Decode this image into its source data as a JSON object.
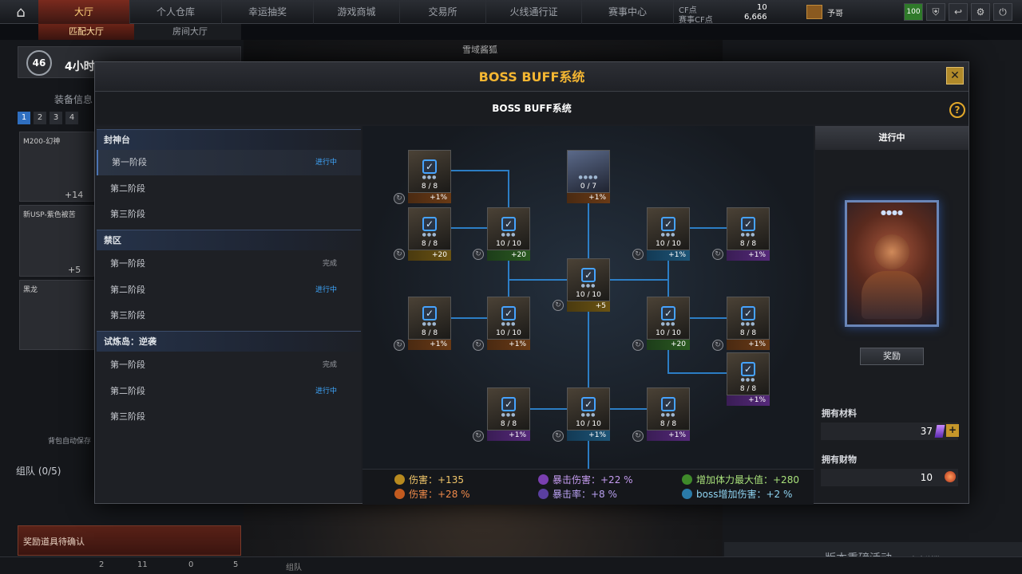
{
  "topbar": {
    "tabs": [
      "大厅",
      "个人仓库",
      "幸运抽奖",
      "游戏商城",
      "交易所",
      "火线通行证",
      "赛事中心"
    ],
    "subtabs": [
      "匹配大厅",
      "房间大厅"
    ],
    "cf_label": "CF点",
    "cf_value": "10",
    "match_cf_label": "赛事CF点",
    "match_cf_value": "6,666",
    "player_name": "予哥",
    "level_badge": "100"
  },
  "lobby": {
    "player_level": "46",
    "hours_text": "4小时",
    "equip_label": "装备信息",
    "pages": [
      "1",
      "2",
      "3",
      "4"
    ],
    "weapon_1": "M200-幻神",
    "weapon_1_plus": "+14",
    "weapon_2": "新USP-紫色被苦",
    "weapon_2_plus": "+5",
    "weapon_3": "黑龙",
    "auto_save": "背包自动保存",
    "team_label": "组队 (0/5)",
    "reward_confirm": "奖励道具待确认",
    "snow_label": "雪域酱狐",
    "event_text": "版本重磅活动",
    "event_sub": "点击浏览",
    "bottom_team": "组队",
    "bottom_counts": [
      "2",
      "11",
      "0",
      "5"
    ]
  },
  "modal": {
    "title": "BOSS BUFF系统",
    "subtitle": "BOSS BUFF系统",
    "close": "✕",
    "help": "?"
  },
  "groups": [
    {
      "name": "封神台",
      "stages": [
        {
          "name": "第一阶段",
          "status": "进行中",
          "selected": true
        },
        {
          "name": "第二阶段",
          "status": ""
        },
        {
          "name": "第三阶段",
          "status": ""
        }
      ]
    },
    {
      "name": "禁区",
      "stages": [
        {
          "name": "第一阶段",
          "status": "完成"
        },
        {
          "name": "第二阶段",
          "status": "进行中"
        },
        {
          "name": "第三阶段",
          "status": ""
        }
      ]
    },
    {
      "name": "试炼岛：逆袭",
      "stages": [
        {
          "name": "第一阶段",
          "status": "完成"
        },
        {
          "name": "第二阶段",
          "status": "进行中"
        },
        {
          "name": "第三阶段",
          "status": ""
        }
      ]
    }
  ],
  "nodes": [
    {
      "id": "n1",
      "count": "8 / 8",
      "buff": "+1%",
      "type": "fire",
      "checked": true
    },
    {
      "id": "n2",
      "count": "0 / 7",
      "buff": "+1%",
      "type": "fire",
      "checked": false
    },
    {
      "id": "n3",
      "count": "8 / 8",
      "buff": "+20",
      "type": "gold",
      "checked": true
    },
    {
      "id": "n4",
      "count": "10 / 10",
      "buff": "+20",
      "type": "green",
      "checked": true
    },
    {
      "id": "n5",
      "count": "10 / 10",
      "buff": "+1%",
      "type": "cyan",
      "checked": true
    },
    {
      "id": "n6",
      "count": "8 / 8",
      "buff": "+1%",
      "type": "purple",
      "checked": true
    },
    {
      "id": "n7",
      "count": "10 / 10",
      "buff": "+5",
      "type": "gold",
      "checked": true
    },
    {
      "id": "n8",
      "count": "8 / 8",
      "buff": "+1%",
      "type": "fire",
      "checked": true
    },
    {
      "id": "n9",
      "count": "10 / 10",
      "buff": "+1%",
      "type": "fire",
      "checked": true
    },
    {
      "id": "n10",
      "count": "10 / 10",
      "buff": "+20",
      "type": "green",
      "checked": true
    },
    {
      "id": "n11",
      "count": "8 / 8",
      "buff": "+1%",
      "type": "fire",
      "checked": true
    },
    {
      "id": "n12",
      "count": "8 / 8",
      "buff": "+1%",
      "type": "purple",
      "checked": true
    },
    {
      "id": "n13",
      "count": "8 / 8",
      "buff": "+1%",
      "type": "purple",
      "checked": true
    },
    {
      "id": "n14",
      "count": "10 / 10",
      "buff": "+1%",
      "type": "cyan",
      "checked": true
    },
    {
      "id": "n15",
      "count": "8 / 8",
      "buff": "+1%",
      "type": "purple",
      "checked": true
    }
  ],
  "summary": {
    "dmg_flat": "伤害：+135",
    "dmg_pct": "伤害：+28 %",
    "crit_dmg": "暴击伤害：+22 %",
    "crit_rate": "暴击率：+8 %",
    "hp_max": "增加体力最大值：+280",
    "boss_dmg": "boss增加伤害：+2 %"
  },
  "right": {
    "status": "进行中",
    "reward_btn": "奖励",
    "materials_label": "拥有材料",
    "materials_value": "37",
    "wealth_label": "拥有财物",
    "wealth_value": "10"
  },
  "colors": {
    "title_gold": "#f4b632",
    "in_progress": "#3fa8ff",
    "link_line": "#2f8ee0"
  }
}
